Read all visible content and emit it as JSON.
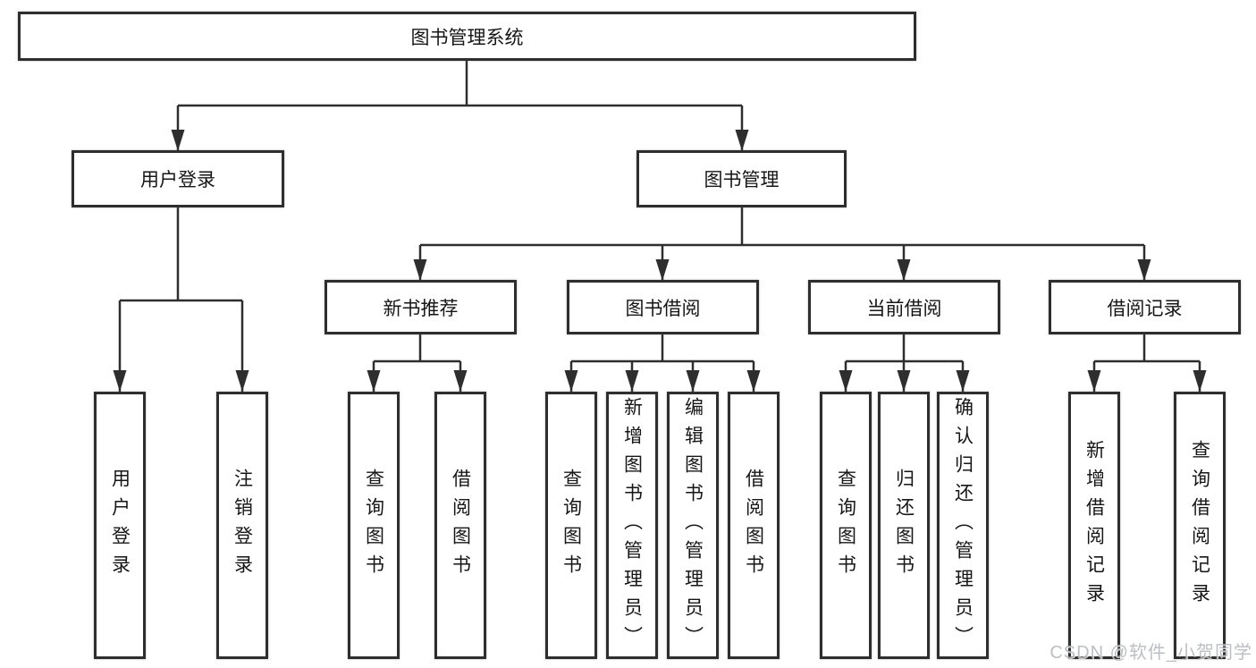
{
  "title": "图书管理系统",
  "tree": {
    "label": "图书管理系统",
    "children": [
      {
        "label": "用户登录",
        "children": [
          {
            "label": "用户登录"
          },
          {
            "label": "注销登录"
          }
        ]
      },
      {
        "label": "图书管理",
        "children": [
          {
            "label": "新书推荐",
            "children": [
              {
                "label": "查询图书"
              },
              {
                "label": "借阅图书"
              }
            ]
          },
          {
            "label": "图书借阅",
            "children": [
              {
                "label": "查询图书"
              },
              {
                "label": "新增图书（管理员）"
              },
              {
                "label": "编辑图书（管理员）"
              },
              {
                "label": "借阅图书"
              }
            ]
          },
          {
            "label": "当前借阅",
            "children": [
              {
                "label": "查询图书"
              },
              {
                "label": "归还图书"
              },
              {
                "label": "确认归还（管理员）"
              }
            ]
          },
          {
            "label": "借阅记录",
            "children": [
              {
                "label": "新增借阅记录"
              },
              {
                "label": "查询借阅记录"
              }
            ]
          }
        ]
      }
    ]
  },
  "watermark": {
    "text": "CSDN @软件_小贺同学"
  },
  "colors": {
    "line": "#2e2e2e",
    "box_border": "#2e2e2e",
    "box_fill": "#ffffff",
    "text": "#161616",
    "watermark": "#b4b8bd",
    "background": "#ffffff"
  }
}
